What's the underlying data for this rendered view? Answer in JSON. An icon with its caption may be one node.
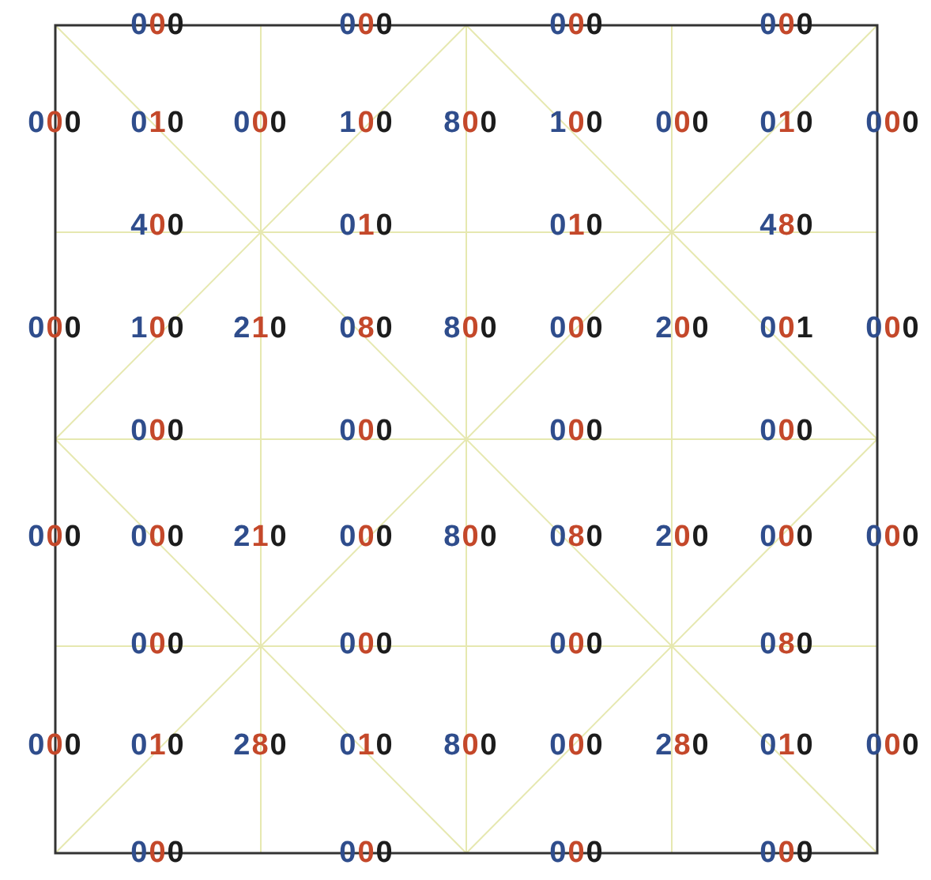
{
  "diagram": {
    "labels": [
      "000",
      "000",
      "000",
      "000",
      "000",
      "010",
      "000",
      "100",
      "800",
      "100",
      "000",
      "010",
      "000",
      "400",
      "010",
      "010",
      "480",
      "000",
      "100",
      "210",
      "080",
      "800",
      "000",
      "200",
      "001",
      "000",
      "000",
      "000",
      "000",
      "000",
      "000",
      "000",
      "210",
      "000",
      "800",
      "080",
      "200",
      "000",
      "000",
      "000",
      "000",
      "000",
      "080",
      "000",
      "010",
      "280",
      "010",
      "800",
      "000",
      "280",
      "010",
      "000",
      "000",
      "000",
      "000",
      "000"
    ]
  }
}
